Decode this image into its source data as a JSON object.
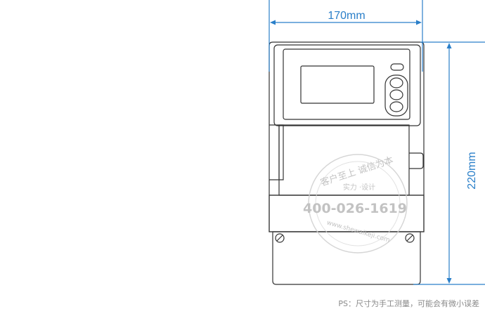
{
  "dimensions": {
    "width_label": "170mm",
    "height_label": "220mm"
  },
  "watermark": {
    "phone": "400-026-1619",
    "top_text": "客户至上 诚信为本",
    "middle_text": "实力 ·设计",
    "url": "www.shewaikeji.com"
  },
  "note": "PS：尺寸为手工测量，可能会有微小误差",
  "colors": {
    "dimension": "#2a7fc9",
    "outline": "#333333",
    "note": "#8a8a8a"
  }
}
